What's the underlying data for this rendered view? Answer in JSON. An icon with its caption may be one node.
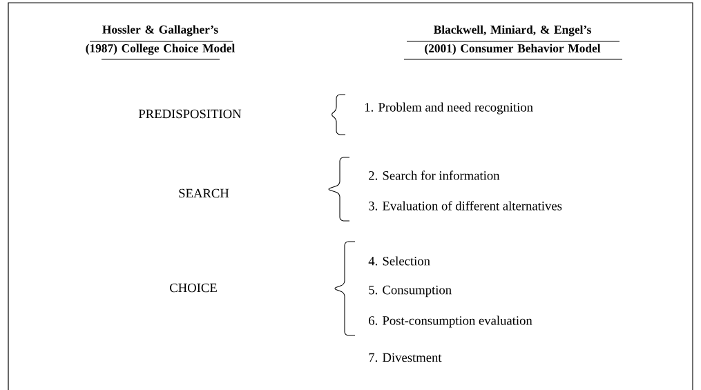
{
  "diagram": {
    "labels": [
      "Hossler & Gallagher’s (1987) College Choice Model",
      "Blackwell, Miniard, & Engel’s (2001) Consumer Behavior Model",
      "PREDISPOSITION",
      "1. Problem and need recognition",
      "SEARCH",
      "2. Search for information",
      "3. Evaluation of different alternatives",
      "CHOICE",
      "4. Selection",
      "5. Consumption",
      "6. Post-consumption evaluation",
      "7. Divestment"
    ]
  }
}
